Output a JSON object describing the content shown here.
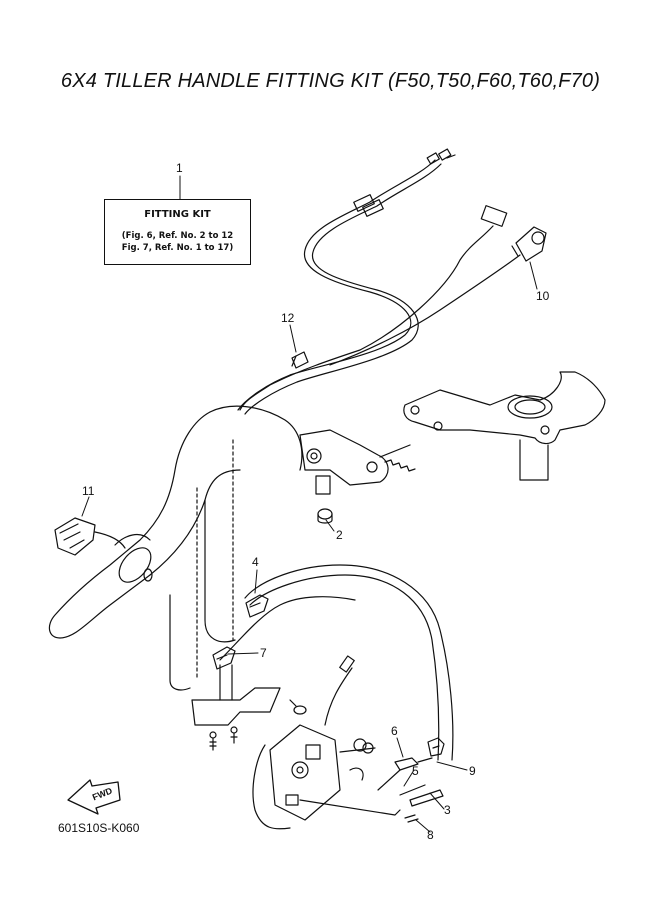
{
  "title": "6X4 TILLER HANDLE FITTING KIT  (F50,T50,F60,T60,F70)",
  "fitting_kit": {
    "heading": "FITTING KIT",
    "line1": "(Fig. 6, Ref. No. 2 to 12",
    "line2": "Fig. 7, Ref. No. 1 to 17)"
  },
  "callouts": [
    "1",
    "2",
    "3",
    "4",
    "5",
    "6",
    "7",
    "8",
    "9",
    "10",
    "11",
    "12"
  ],
  "fwd_label": "FWD",
  "diagram_code": "601S10S-K060"
}
